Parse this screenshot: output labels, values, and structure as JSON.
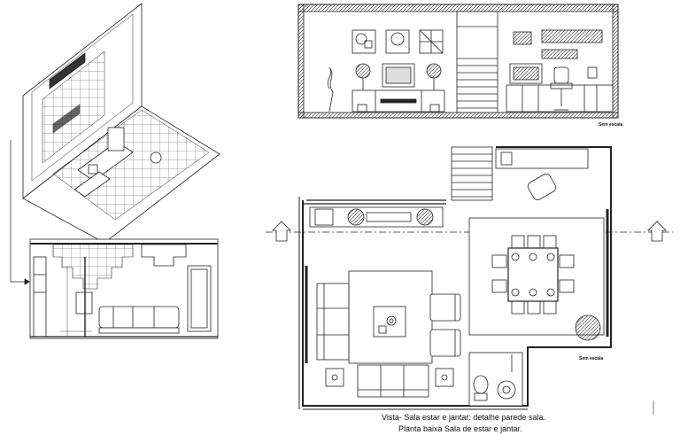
{
  "labels": {
    "scale_top": "Sem escala",
    "scale_plan": "Sem escala",
    "caption_line1": "Vista- Sala estar e jantar: detalhe parede sala.",
    "caption_line2": "Planta baixa Sala de estar e jantar."
  }
}
